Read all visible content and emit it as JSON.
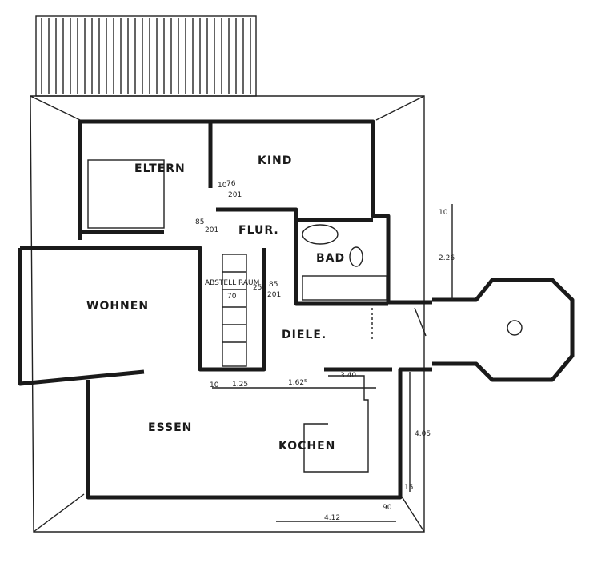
{
  "rooms": {
    "eltern": "ELTERN",
    "kind": "KIND",
    "flur": "FLUR.",
    "bad": "BAD",
    "abstellraum": "ABSTELL RAUM",
    "wohnen": "WOHNEN",
    "diele": "DIELE.",
    "essen": "ESSEN",
    "kochen": "KOCHEN"
  },
  "dimensions": {
    "d1": "76",
    "d2": "201",
    "d3": "10",
    "d4": "85",
    "d5": "201",
    "d6": "25",
    "d7": "85",
    "d8": "201",
    "d9": "70",
    "d10": "10",
    "d11": "1.25",
    "d12": "1.62⁵",
    "d13": "3.40",
    "d14": "4.05",
    "d15": "90",
    "d16": "4.12",
    "d17": "10",
    "d18": "2.26",
    "d19": "15"
  }
}
